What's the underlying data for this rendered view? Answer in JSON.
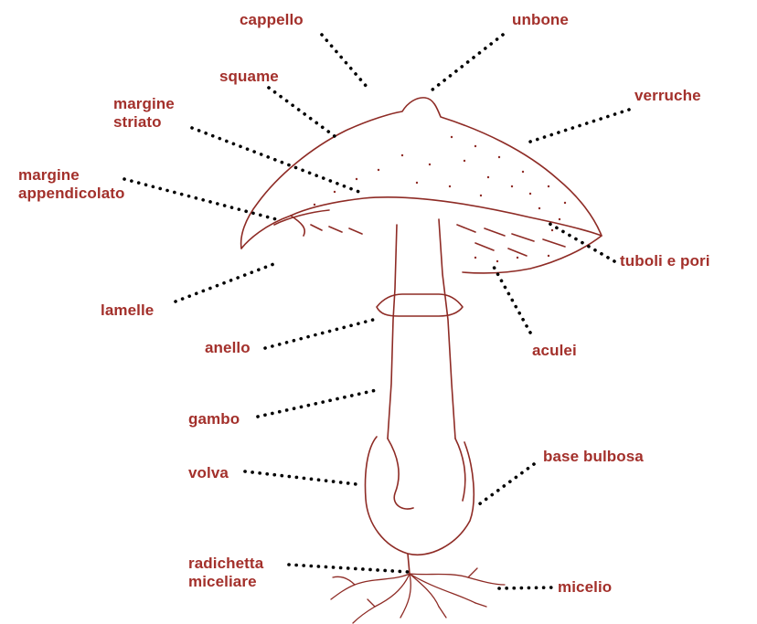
{
  "colors": {
    "label": "#a3302b",
    "drawing": "#8e2b25",
    "leader": "#000000"
  },
  "labels": {
    "cappello": "cappello",
    "unbone": "unbone",
    "squame": "squame",
    "verruche": "verruche",
    "margine_striato": [
      "margine",
      "striato"
    ],
    "margine_appendicolato": [
      "margine",
      "appendicolato"
    ],
    "tuboli_e_pori": "tuboli e pori",
    "lamelle": "lamelle",
    "aculei": "aculei",
    "anello": "anello",
    "gambo": "gambo",
    "volva": "volva",
    "base_bulbosa": "base bulbosa",
    "radichetta_miceliare": [
      "radichetta",
      "miceliare"
    ],
    "micelio": "micelio"
  }
}
